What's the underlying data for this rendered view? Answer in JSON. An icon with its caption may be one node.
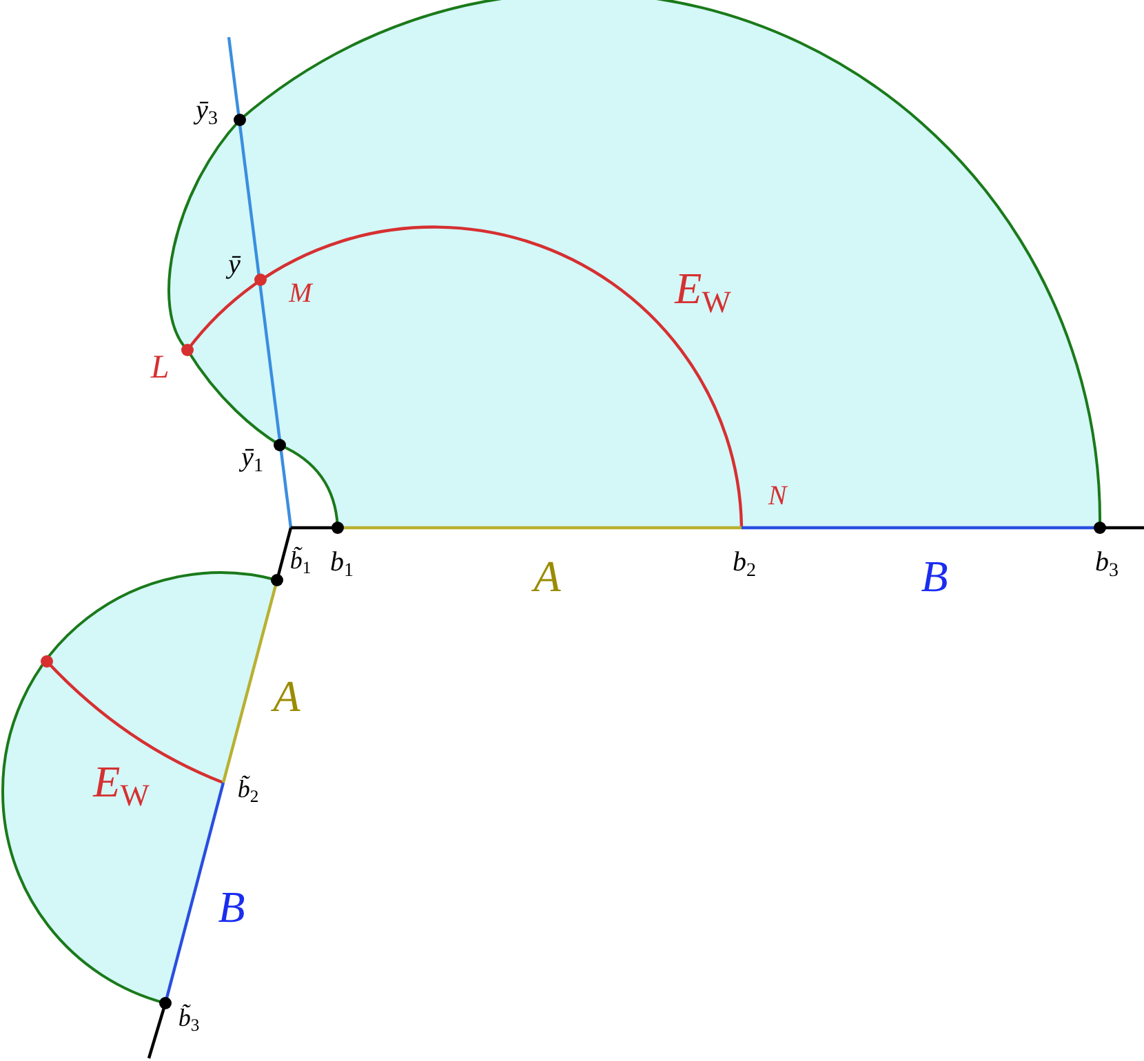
{
  "diagram": {
    "labels": [
      "ȳ$_{3}$",
      "ȳ",
      "M",
      "L",
      "ȳ$_{1}$",
      "E$_{W}$",
      "N",
      "b$_{1}$",
      "A",
      "b$_{2}$",
      "B",
      "b$_{3}$",
      "b̃$_{1}$",
      "A",
      "E$_{W}$",
      "b̃$_{2}$",
      "B",
      "b̃$_{3}$"
    ]
  }
}
